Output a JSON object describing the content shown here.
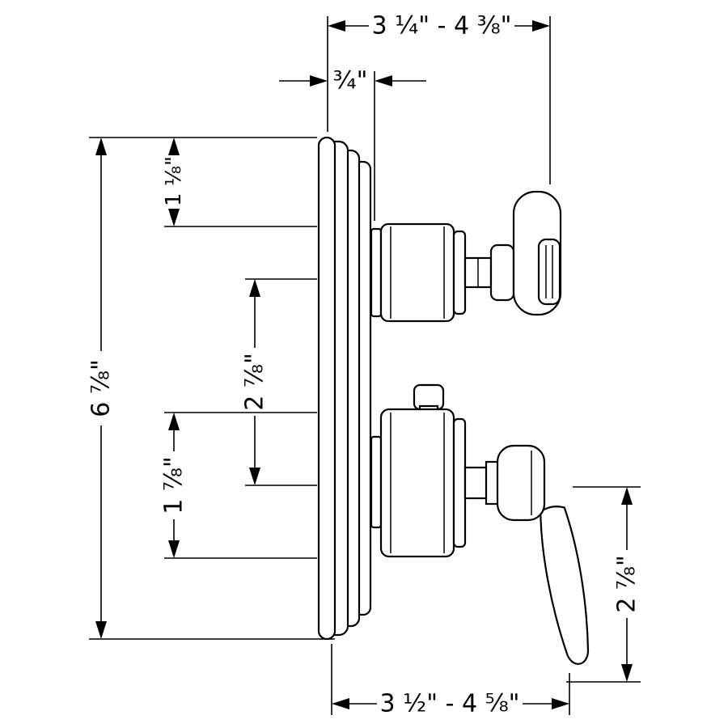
{
  "drawing": {
    "line_color": "#000000",
    "background": "#ffffff"
  },
  "dims": {
    "top_width": "3 ¼\" - 4 ⅜\"",
    "plate_depth": "¾\"",
    "plate_height": "6 ⅞\"",
    "top_offset": "1 ⅛\"",
    "handle_spacing": "2 ⅞\"",
    "lower_offset": "1 ⅞\"",
    "lever_drop": "2 ⅞\"",
    "bottom_width": "3 ½\" - 4 ⅝\""
  }
}
